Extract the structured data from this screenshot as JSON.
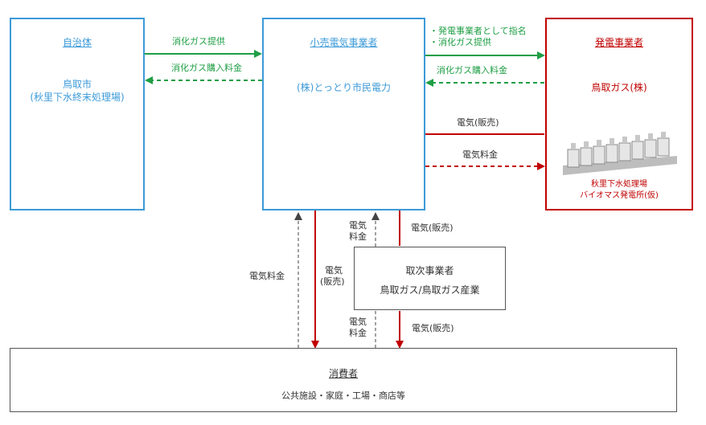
{
  "municipality": {
    "role": "自治体",
    "name_line1": "鳥取市",
    "name_line2": "(秋里下水終末処理場)"
  },
  "retailer": {
    "role": "小売電気事業者",
    "name": "(株)とっとり市民電力"
  },
  "generator": {
    "role": "発電事業者",
    "name": "鳥取ガス(株)",
    "plant_line1": "秋里下水処理場",
    "plant_line2": "バイオマス発電所(仮)"
  },
  "agent": {
    "role": "取次事業者",
    "name": "鳥取ガス/鳥取ガス産業"
  },
  "consumer": {
    "role": "消費者",
    "name": "公共施設・家庭・工場・商店等"
  },
  "flows": {
    "gas_supply": "消化ガス提供",
    "gas_payment": "消化ガス購入料金",
    "designation_1": "・発電事業者として指名",
    "designation_2": "・消化ガス提供",
    "gas_payment_2": "消化ガス購入料金",
    "elec_sale_gen": "電気(販売)",
    "elec_fee_gen": "電気料金",
    "elec_sale_agent": "電気(販売)",
    "elec_fee_mid_1": "電気",
    "elec_fee_mid_2": "料金",
    "elec_fee_left": "電気料金",
    "elec_sale_mid_1": "電気",
    "elec_sale_mid_2": "(販売)",
    "elec_fee_low_1": "電気",
    "elec_fee_low_2": "料金",
    "elec_sale_low": "電気(販売)"
  },
  "colors": {
    "blue": "#3c9ad8",
    "red": "#c00000",
    "green": "#1f9e45",
    "gray": "#555555"
  }
}
